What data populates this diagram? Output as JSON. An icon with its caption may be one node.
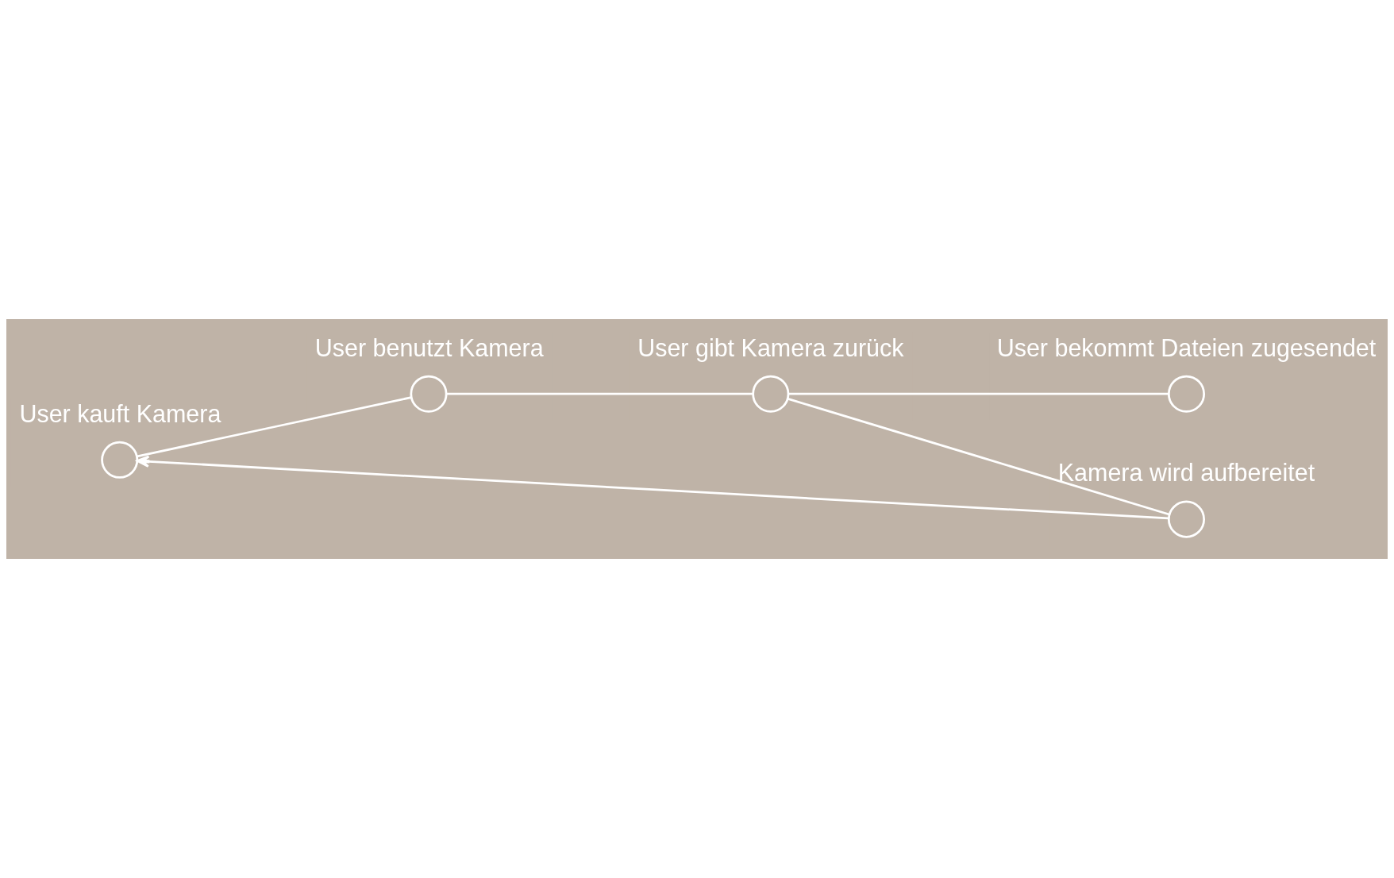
{
  "diagram": {
    "nodes": [
      {
        "text": [],
        "shape": "circle",
        "beside": [
          "User kauft Kamera"
        ]
      },
      {
        "text": [],
        "shape": "circle",
        "beside": [
          "User benutzt Kamera"
        ]
      },
      {
        "text": [],
        "shape": "circle",
        "beside": [
          "User gibt Kamera zurück"
        ]
      },
      {
        "text": [],
        "shape": "circle",
        "beside": [
          "Kamera wird aufbereitet"
        ]
      },
      {
        "text": [],
        "shape": "circle",
        "beside": [
          "User bekommt Dateien zugesendet"
        ]
      }
    ],
    "edges": [
      {
        "from": 3,
        "to": 0,
        "arrow": "to"
      },
      {
        "from": 0,
        "to": 1,
        "arrow": "none"
      },
      {
        "from": 1,
        "to": 2,
        "arrow": "none"
      },
      {
        "from": 2,
        "to": 3,
        "arrow": "none"
      },
      {
        "from": 2,
        "to": 4,
        "arrow": "none"
      }
    ]
  }
}
